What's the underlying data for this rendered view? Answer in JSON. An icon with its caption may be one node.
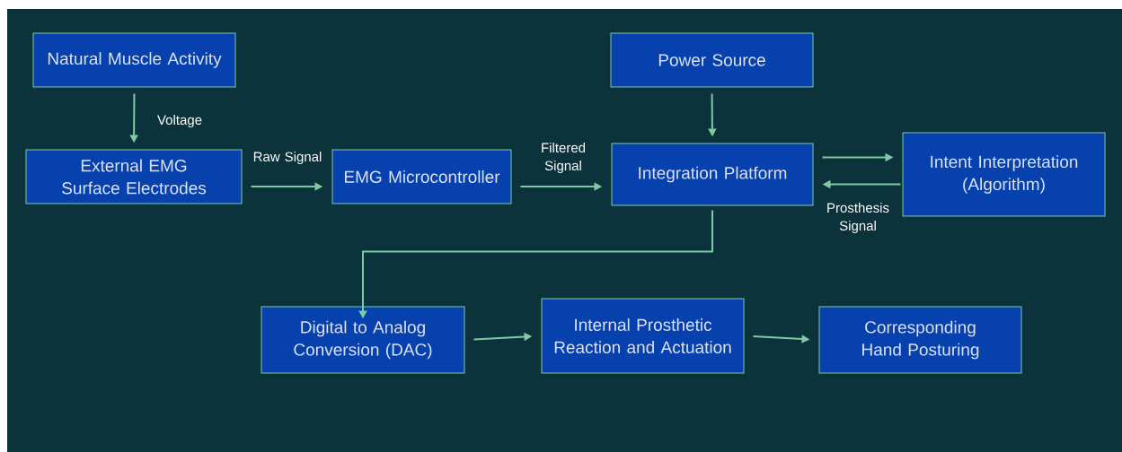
{
  "diagram": {
    "nodes": [
      {
        "text": [
          "Natural Muscle Activity"
        ]
      },
      {
        "text": [
          "External EMG Surface Electrodes"
        ]
      },
      {
        "text": [
          "EMG Microcontroller"
        ]
      },
      {
        "text": [
          "Power Source"
        ]
      },
      {
        "text": [
          "Integration Platform"
        ]
      },
      {
        "text": [
          "Intent Interpretation (Algorithm)"
        ]
      },
      {
        "text": [
          "Digital to Analog Conversion (DAC)"
        ]
      },
      {
        "text": [
          "Internal Prosthetic Reaction and Actuation"
        ]
      },
      {
        "text": [
          "Corresponding Hand Posturing"
        ]
      }
    ],
    "edges": [
      {
        "from": 0,
        "to": 1,
        "arrow": "to",
        "label": "Voltage"
      },
      {
        "from": 1,
        "to": 2,
        "arrow": "to",
        "label": "Raw Signal"
      },
      {
        "from": 2,
        "to": 4,
        "arrow": "to",
        "label": "Filtered Signal"
      },
      {
        "from": 3,
        "to": 4,
        "arrow": "to"
      },
      {
        "from": 4,
        "to": 5,
        "arrow": "to"
      },
      {
        "from": 5,
        "to": 4,
        "arrow": "to",
        "label": "Prosthesis Signal"
      },
      {
        "from": 4,
        "to": 6,
        "arrow": "to"
      },
      {
        "from": 6,
        "to": 7,
        "arrow": "to"
      },
      {
        "from": 7,
        "to": 8,
        "arrow": "to"
      }
    ]
  }
}
